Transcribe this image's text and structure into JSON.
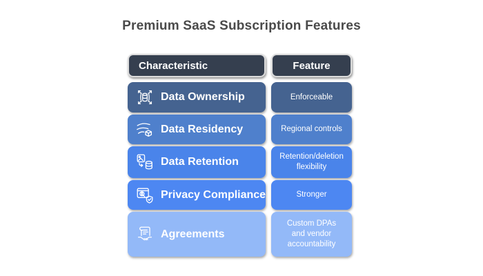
{
  "title": {
    "text": "Premium SaaS Subscription Features",
    "color": "#4a4a4a"
  },
  "table": {
    "header": {
      "characteristic": "Characteristic",
      "feature": "Feature",
      "bg": "#353f4f",
      "border": "#dcdcdc",
      "text_color": "#ffffff"
    },
    "rows": [
      {
        "characteristic": "Data Ownership",
        "feature": "Enforceable",
        "icon": "data-ownership-icon",
        "color": "#456390"
      },
      {
        "characteristic": "Data Residency",
        "feature": "Regional controls",
        "icon": "data-residency-icon",
        "color": "#4f80cc"
      },
      {
        "characteristic": "Data Retention",
        "feature": "Retention/deletion flexibility",
        "icon": "data-retention-icon",
        "color": "#4a84ea"
      },
      {
        "characteristic": "Privacy Compliance",
        "feature": "Stronger",
        "icon": "privacy-compliance-icon",
        "color": "#4d87f2"
      },
      {
        "characteristic": "Agreements",
        "feature": "Custom DPAs and vendor accountability",
        "icon": "agreements-icon",
        "color": "#93b9f8"
      }
    ],
    "text_color": "#ffffff"
  }
}
